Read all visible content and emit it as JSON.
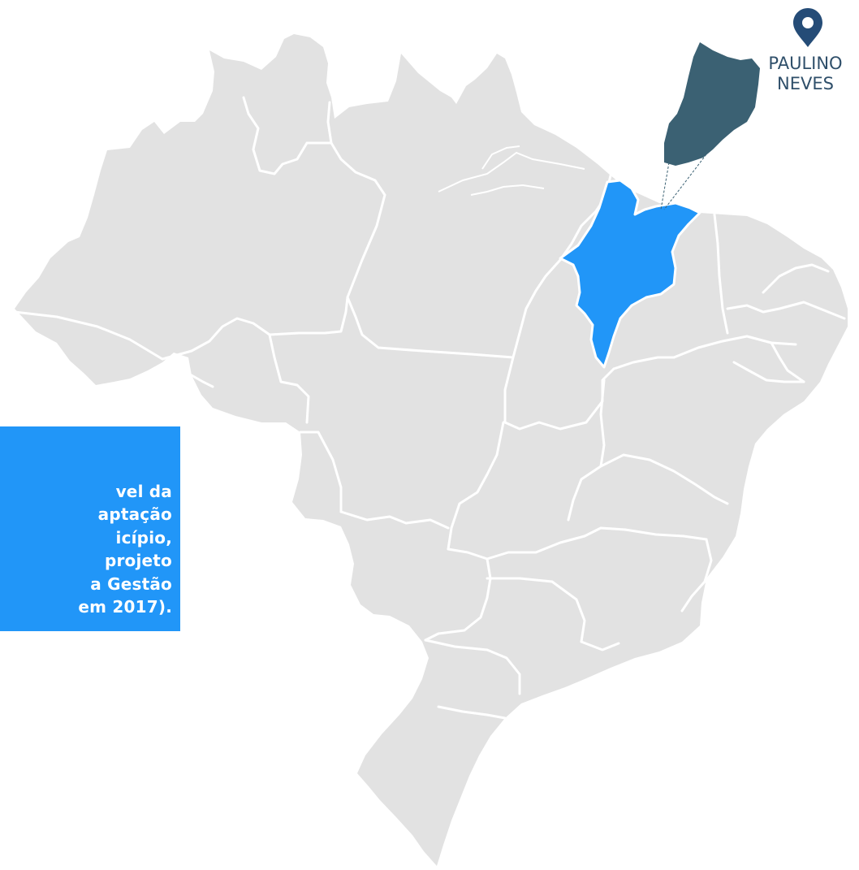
{
  "map": {
    "region": "Brasil",
    "highlight_state": "Maranhão",
    "colors": {
      "land": "#e2e2e2",
      "border": "#ffffff",
      "highlight": "#2196f8",
      "inset": "#3b6173",
      "pin": "#254c77"
    },
    "marker": {
      "icon": "map-pin-icon",
      "label_line1": "PAULINO",
      "label_line2": "NEVES"
    }
  },
  "info_box": {
    "lines": [
      "vel da",
      "aptação",
      "icípio,",
      "projeto",
      "a Gestão",
      "em 2017)."
    ]
  }
}
